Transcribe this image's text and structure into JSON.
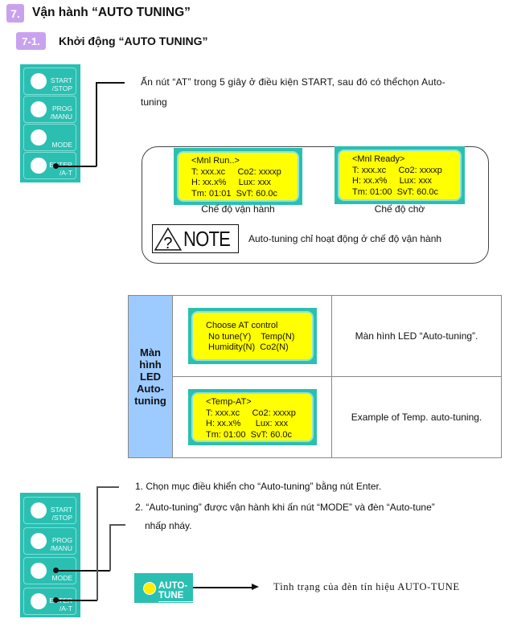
{
  "section": {
    "number": "7.",
    "title": "Vận hành “AUTO TUNING”"
  },
  "subsection": {
    "number": "7-1.",
    "title": "Khởi động “AUTO TUNING”"
  },
  "keypad": {
    "keys": [
      {
        "l1": "START",
        "l2": "/STOP"
      },
      {
        "l1": "PROG",
        "l2": "/MANU"
      },
      {
        "l1": "",
        "l2": "MODE"
      },
      {
        "l1": "ENTER",
        "l2": "/A-T"
      }
    ]
  },
  "intro": {
    "line1": "Ấn nút “AT” trong 5 giây ở điều kiện START, sau đó có thểchọn Auto-",
    "line2": "tuning"
  },
  "screens": {
    "run": {
      "lines": [
        "<Mnl Run..>",
        "T: xxx.xc     Co2: xxxxp",
        "H: xx.x%     Lux: xxx",
        "Tm: 01:01  SvT: 60.0c"
      ],
      "caption": "Chế độ vận hành"
    },
    "ready": {
      "lines": [
        "<Mnl Ready>",
        "T: xxx.xc     Co2: xxxxp",
        "H: xx.x%     Lux: xxx",
        "Tm: 01:00  SvT: 60.0c"
      ],
      "caption": "Chế độ chờ"
    }
  },
  "note": {
    "label": "NOTE",
    "text": "Auto-tuning chỉ hoạt động ở chế độ vận hành"
  },
  "table": {
    "header": "Màn hình LED Auto-tuning",
    "rows": [
      {
        "lines": [
          "Choose AT control",
          " No tune(Y)    Temp(N)",
          " Humidity(N)  Co2(N)"
        ],
        "desc": "Màn hình LED “Auto-tuning”."
      },
      {
        "lines": [
          "<Temp-AT>",
          "T: xxx.xc     Co2: xxxxp",
          "H: xx.x%      Lux: xxx",
          "Tm: 01:00  SvT: 60.0c"
        ],
        "desc": "Example of Temp. auto-tuning."
      }
    ]
  },
  "steps": [
    "1. Chọn mục điều khiển cho “Auto-tuning” bằng nút Enter.",
    "2. “Auto-tuning” được vận hành khi ấn nút “MODE” và đèn “Auto-tune”",
    "nhấp nháy."
  ],
  "indicator": {
    "label": "AUTO-TUNE",
    "desc": "Tình trạng của đèn tín hiệu AUTO-TUNE"
  }
}
